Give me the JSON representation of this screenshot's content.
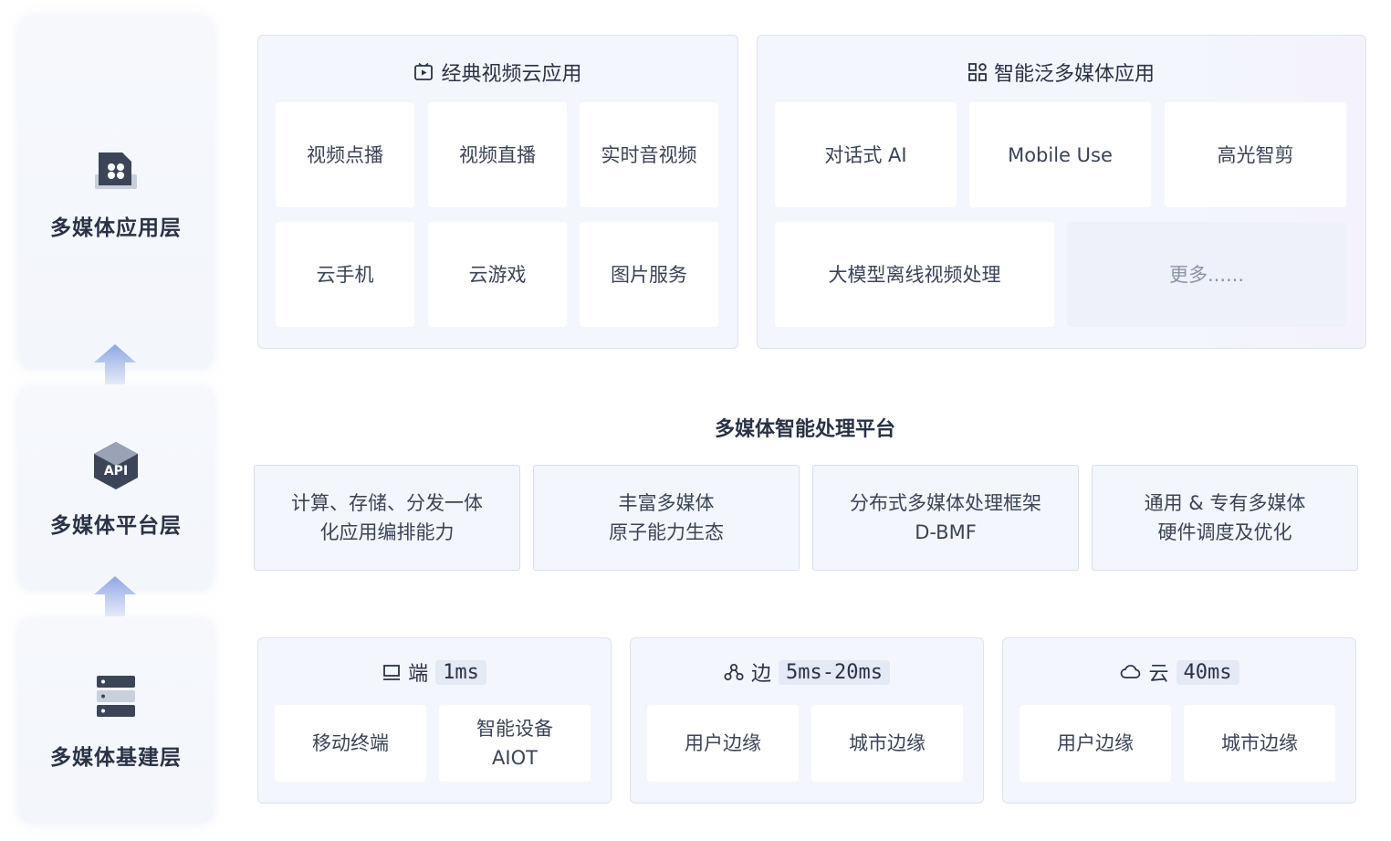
{
  "layers": {
    "application": "多媒体应用层",
    "platform": "多媒体平台层",
    "infrastructure": "多媒体基建层",
    "api_badge": "API"
  },
  "apps": {
    "classic": {
      "title": "经典视频云应用",
      "items": [
        "视频点播",
        "视频直播",
        "实时音视频",
        "云手机",
        "云游戏",
        "图片服务"
      ]
    },
    "smart": {
      "title": "智能泛多媒体应用",
      "items": [
        "对话式 AI",
        "Mobile Use",
        "高光智剪",
        "大模型离线视频处理",
        "更多......"
      ]
    }
  },
  "platform": {
    "title": "多媒体智能处理平台",
    "items": [
      {
        "line1": "计算、存储、分发一体",
        "line2": "化应用编排能力"
      },
      {
        "line1": "丰富多媒体",
        "line2": "原子能力生态"
      },
      {
        "line1": "分布式多媒体处理框架",
        "line2": "D-BMF"
      },
      {
        "line1": "通用 & 专有多媒体",
        "line2": "硬件调度及优化"
      }
    ]
  },
  "infra": {
    "device": {
      "label": "端",
      "latency": "1ms",
      "items": [
        "移动终端",
        "智能设备",
        "AIOT"
      ]
    },
    "edge": {
      "label": "边",
      "latency": "5ms-20ms",
      "items": [
        "用户边缘",
        "城市边缘"
      ]
    },
    "cloud": {
      "label": "云",
      "latency": "40ms",
      "items": [
        "用户边缘",
        "城市边缘"
      ]
    }
  },
  "colors": {
    "panel_bg": "#f3f6fc",
    "panel_border": "#dbe3ef",
    "icon_dark": "#3c4558",
    "arrow_blue": "#9fb3e6"
  }
}
